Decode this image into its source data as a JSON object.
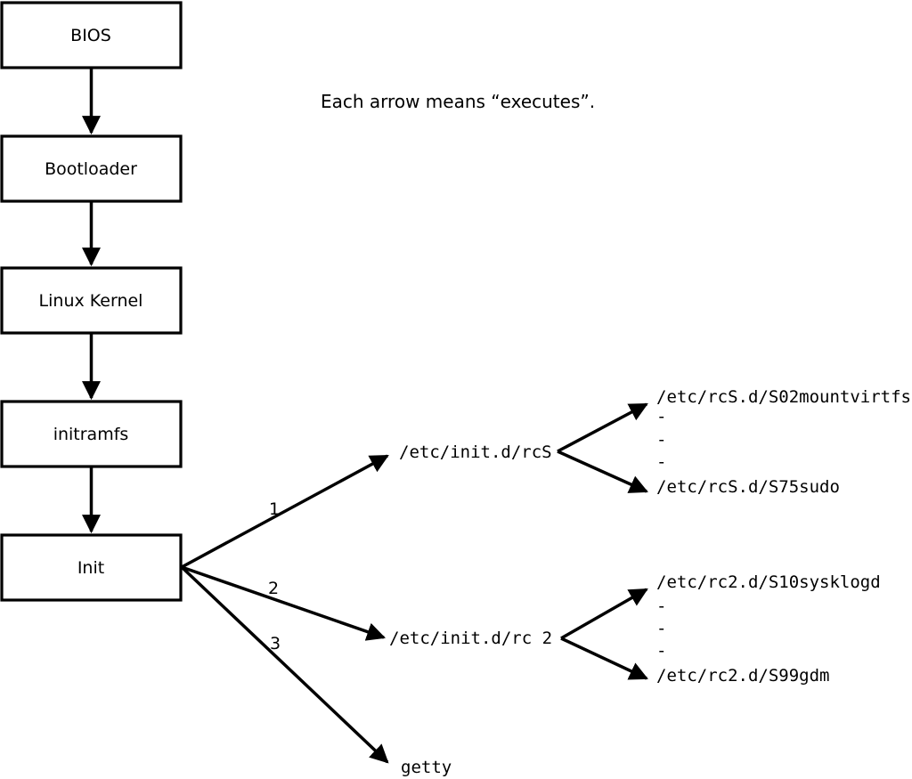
{
  "note": "Each arrow means “executes”.",
  "boot_chain": [
    {
      "label": "BIOS"
    },
    {
      "label": "Bootloader"
    },
    {
      "label": "Linux Kernel"
    },
    {
      "label": "initramfs"
    },
    {
      "label": "Init"
    }
  ],
  "init_branches": [
    {
      "order": "1",
      "target": "/etc/init.d/rcS"
    },
    {
      "order": "2",
      "target": "/etc/init.d/rc 2"
    },
    {
      "order": "3",
      "target": "getty"
    }
  ],
  "rcS_scripts": {
    "first": "/etc/rcS.d/S02mountvirtfs",
    "ellipsis": [
      "-",
      "-",
      "-"
    ],
    "last": "/etc/rcS.d/S75sudo"
  },
  "rc2_scripts": {
    "first": "/etc/rc2.d/S10sysklogd",
    "ellipsis": [
      "-",
      "-",
      "-"
    ],
    "last": "/etc/rc2.d/S99gdm"
  }
}
